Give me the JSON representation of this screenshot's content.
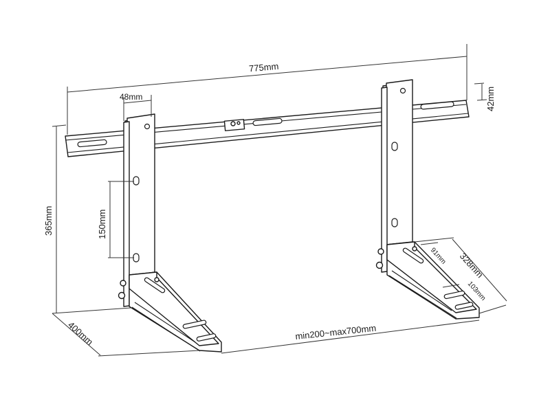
{
  "dimensions": {
    "total_width": "775mm",
    "rail_height": "42mm",
    "upright_width": "48mm",
    "hole_spacing": "150mm",
    "height": "365mm",
    "arm_depth": "400mm",
    "bracket_spacing": "min200~max700mm",
    "arm_length": "328mm",
    "slot_width": "91mm",
    "slot_length": "103mm"
  }
}
